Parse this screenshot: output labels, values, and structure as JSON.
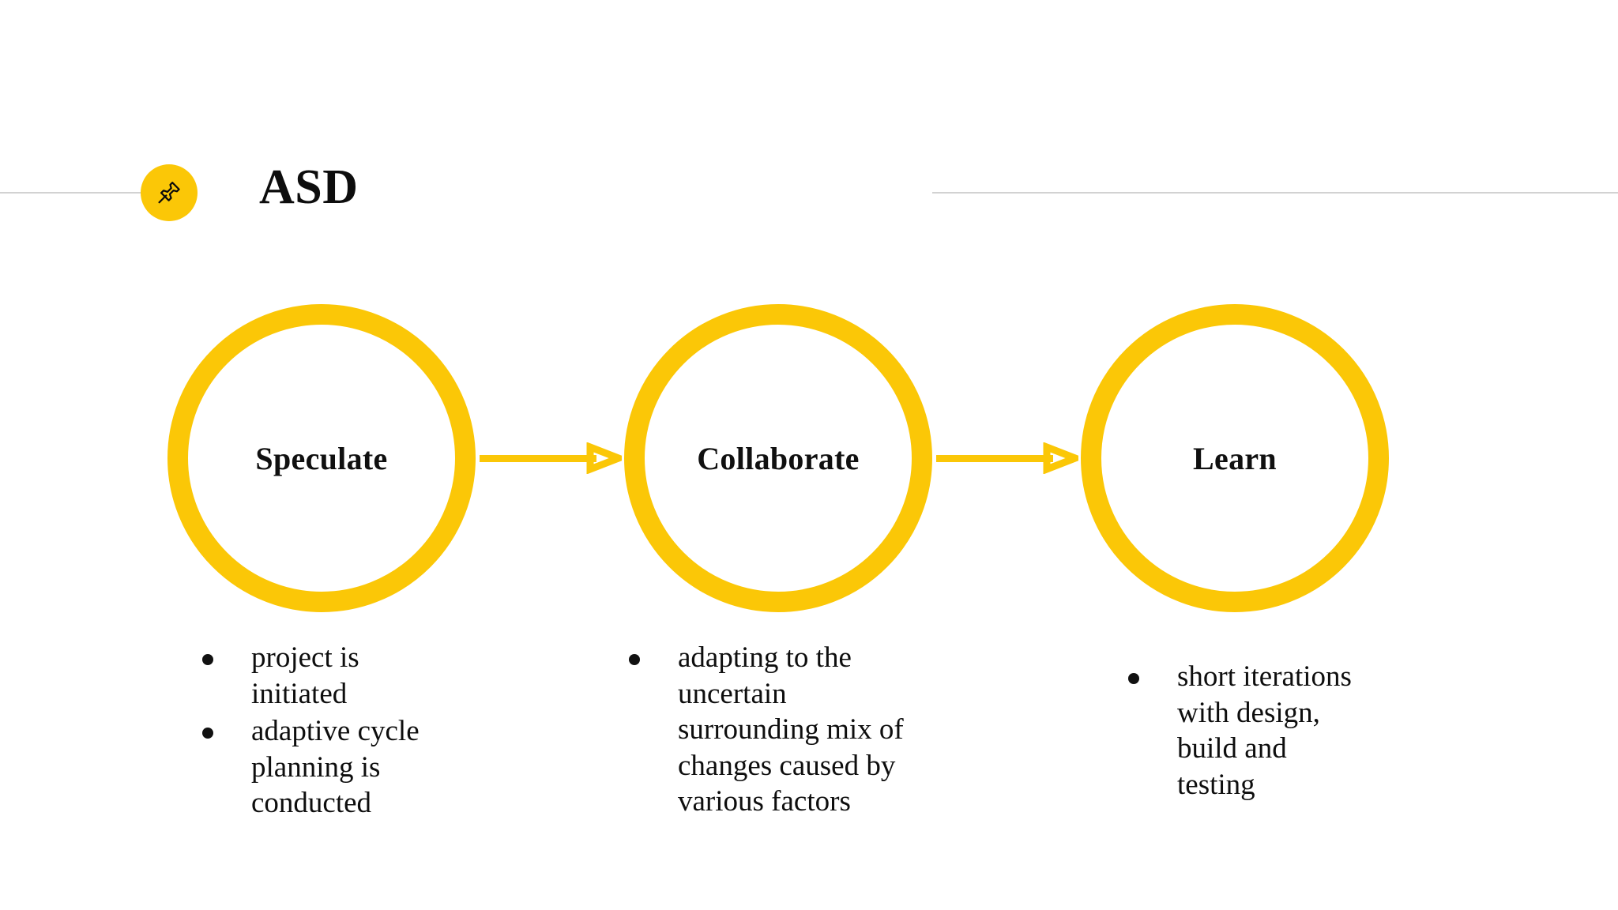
{
  "header": {
    "title": "ASD",
    "badge_icon": "pushpin-icon",
    "badge_color": "#FBC707",
    "rule_color": "#d2d2d2"
  },
  "theme": {
    "accent": "#FBC707",
    "text": "#0e0e0e",
    "background": "#ffffff"
  },
  "diagram": {
    "type": "process-flow",
    "nodes": [
      {
        "label": "Speculate"
      },
      {
        "label": "Collaborate"
      },
      {
        "label": "Learn"
      }
    ],
    "connectors": [
      {
        "from": "Speculate",
        "to": "Collaborate",
        "icon": "arrow-right-icon"
      },
      {
        "from": "Collaborate",
        "to": "Learn",
        "icon": "arrow-right-icon"
      }
    ]
  },
  "columns": [
    {
      "for_node": "Speculate",
      "bullets": [
        "project is initiated",
        "adaptive cycle planning is conducted"
      ]
    },
    {
      "for_node": "Collaborate",
      "bullets": [
        "adapting to the uncertain surrounding mix of changes caused by various factors"
      ]
    },
    {
      "for_node": "Learn",
      "bullets": [
        "short iterations with design, build and testing"
      ]
    }
  ]
}
